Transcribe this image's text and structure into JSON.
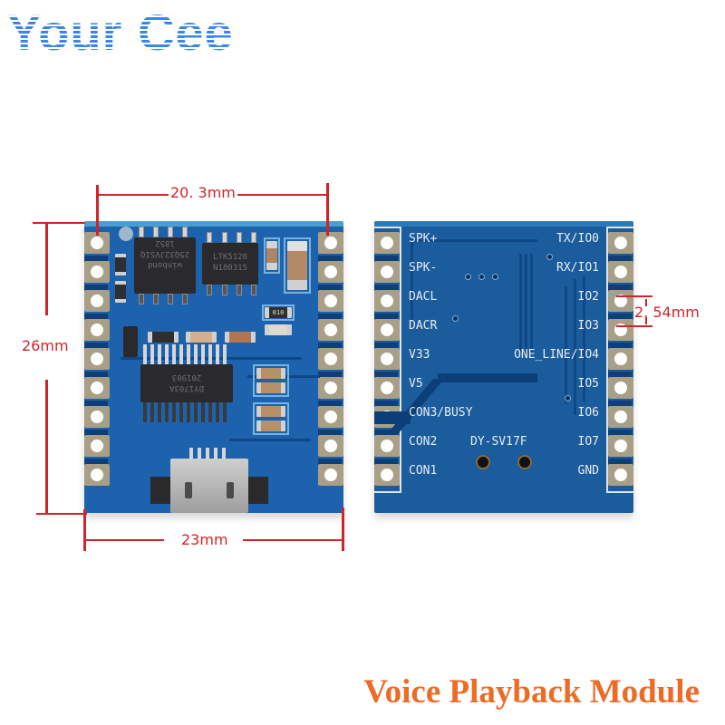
{
  "brand": {
    "logo_text": "Your Cee",
    "color": "#3a86e8"
  },
  "caption": {
    "text": "Voice Playback Module",
    "color": "#ec6b25"
  },
  "dimensions": {
    "width_inner": "20. 3mm",
    "height": "26mm",
    "width_outer": "23mm",
    "pin_pitch": "2. 54mm",
    "color": "#d1232a"
  },
  "front_board": {
    "chips": [
      {
        "name": "flash",
        "lines": [
          "1852",
          "25Q32JVSIQ",
          "winbond"
        ]
      },
      {
        "name": "amplifier",
        "lines": [
          "LTK5128",
          "N180315"
        ]
      },
      {
        "name": "decoder",
        "lines": [
          "201903",
          "DY1703A"
        ]
      }
    ],
    "resistor_marking": "010",
    "connector": "micro-usb"
  },
  "back_board": {
    "model": "DY-SV17F",
    "left_pins": [
      "SPK+",
      "SPK-",
      "DACL",
      "DACR",
      "V33",
      "V5",
      "CON3/BUSY",
      "CON2",
      "CON1"
    ],
    "right_pins": [
      "TX/IO0",
      "RX/IO1",
      "IO2",
      "IO3",
      "ONE_LINE/IO4",
      "IO5",
      "IO6",
      "IO7",
      "GND"
    ]
  },
  "colors": {
    "pcb_blue": "#1d62ad",
    "pad_gold": "#a99f86"
  }
}
